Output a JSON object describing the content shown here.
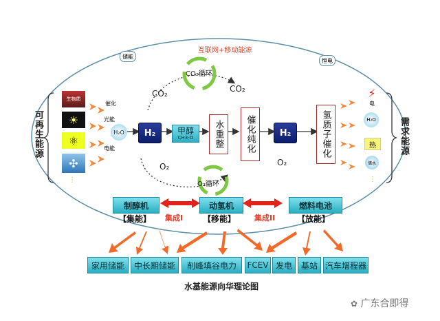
{
  "diagram": {
    "top_label": "互联网+移动能源",
    "left_group": "可再生能源",
    "right_group": "需求能源",
    "title": "水基能源向华理论图",
    "watermark": "广东合即得",
    "node_zhineng": "储能",
    "node_hengdian": "恒电",
    "co2_cycle": "CO₂循环",
    "o2_cycle": "O₂循环",
    "co2_a": "CO₂",
    "co2_b": "CO₂",
    "o2_a": "O₂",
    "o2_b": "O₂",
    "h2_a": "H₂",
    "h2_b": "H₂",
    "methanol": "甲醇",
    "methanol_formula": "CH3-O",
    "water_reform": "水重整",
    "catalytic_purify": "催化纯化",
    "proton_catalysis": "氢质子催化",
    "water_symbol": "H₂O",
    "catalysis_label": "催化",
    "light_label": "光能",
    "electric_label": "电能",
    "devices": [
      {
        "name": "制醇机",
        "tag": "【集能】"
      },
      {
        "name": "动氢机",
        "tag": "【移能】"
      },
      {
        "name": "燃料电池",
        "tag": "【放能】"
      }
    ],
    "integration": [
      "集成I",
      "集成II"
    ],
    "applications": [
      "家用储能",
      "中长期储能",
      "削峰填谷电力",
      "FCEV",
      "发电",
      "基站",
      "汽车增程器"
    ],
    "right_items": [
      "电",
      "H₂O",
      "热",
      "储水"
    ],
    "left_sources": [
      "生物质",
      "太阳能",
      "核能",
      "风能"
    ]
  }
}
